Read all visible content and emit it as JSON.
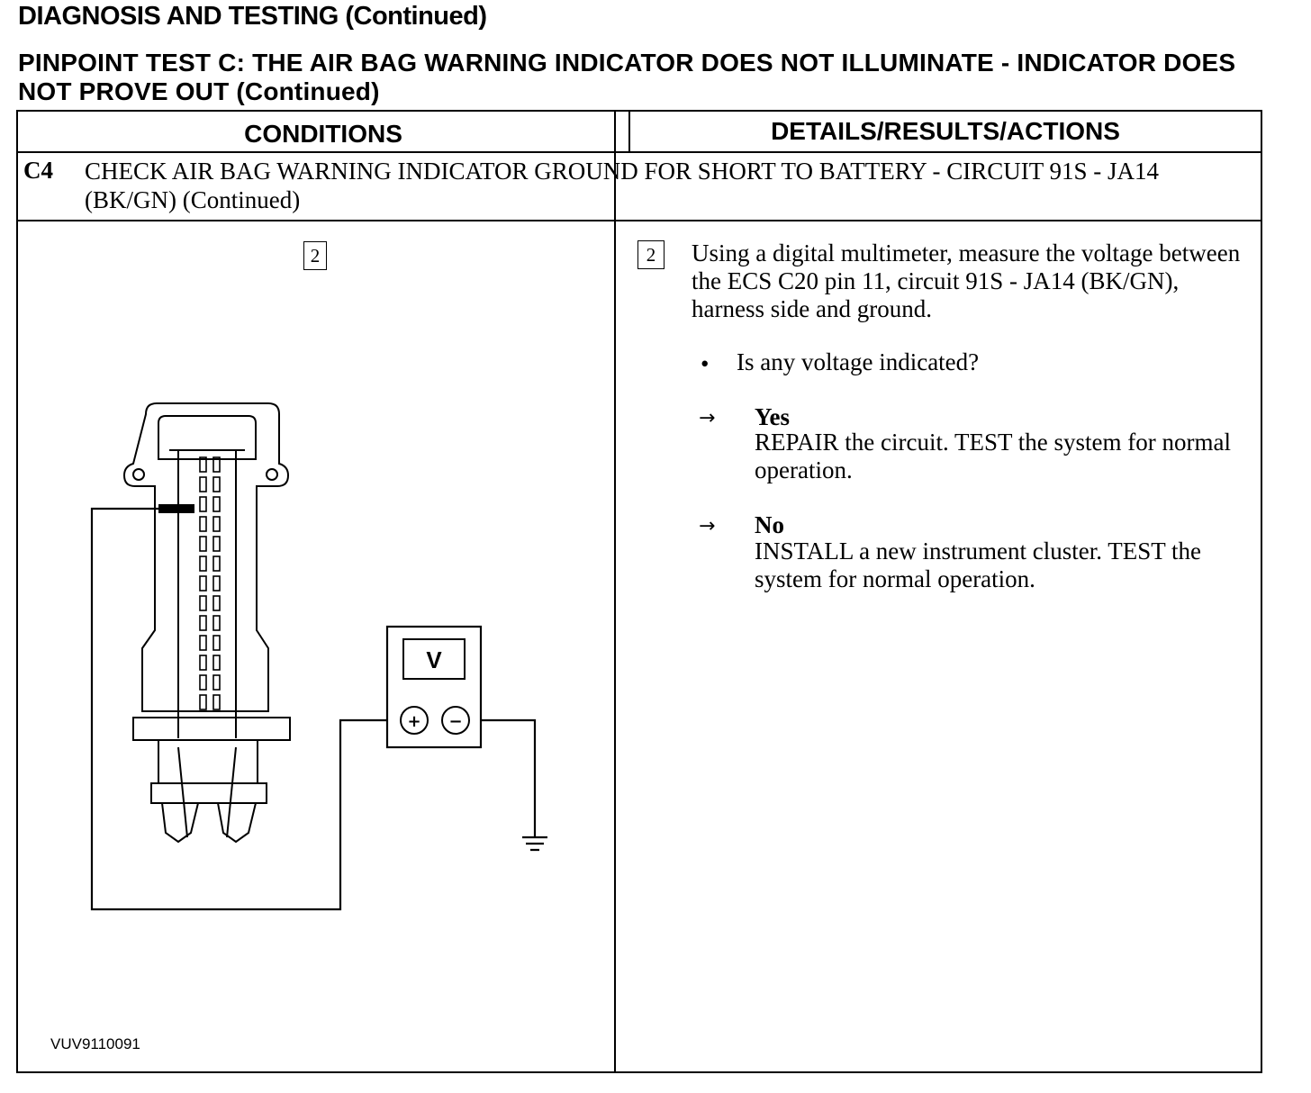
{
  "header": {
    "title": "DIAGNOSIS AND TESTING (Continued)",
    "subtitle": "PINPOINT TEST C: THE AIR BAG WARNING INDICATOR DOES NOT ILLUMINATE - INDICATOR DOES NOT PROVE OUT (Continued)"
  },
  "table": {
    "col_conditions": "CONDITIONS",
    "col_details": "DETAILS/RESULTS/ACTIONS",
    "step_id": "C4",
    "step_title": "CHECK AIR BAG WARNING INDICATOR GROUND FOR SHORT TO BATTERY - CIRCUIT 91S - JA14 (BK/GN) (Continued)"
  },
  "conditions": {
    "step_number": "2",
    "figure_code": "VUV9110091",
    "meter_label": "V",
    "plus_symbol": "+",
    "minus_symbol": "−"
  },
  "details": {
    "step_number": "2",
    "instruction": "Using a digital multimeter, measure the voltage between the ECS C20 pin 11, circuit 91S - JA14 (BK/GN), harness side and ground.",
    "bullet_symbol": "•",
    "question": "Is any voltage indicated?",
    "arrow_symbol": "→",
    "yes_label": "Yes",
    "yes_action": "REPAIR the circuit. TEST the system for normal operation.",
    "no_label": "No",
    "no_action": "INSTALL a new instrument cluster. TEST the system for normal operation."
  }
}
